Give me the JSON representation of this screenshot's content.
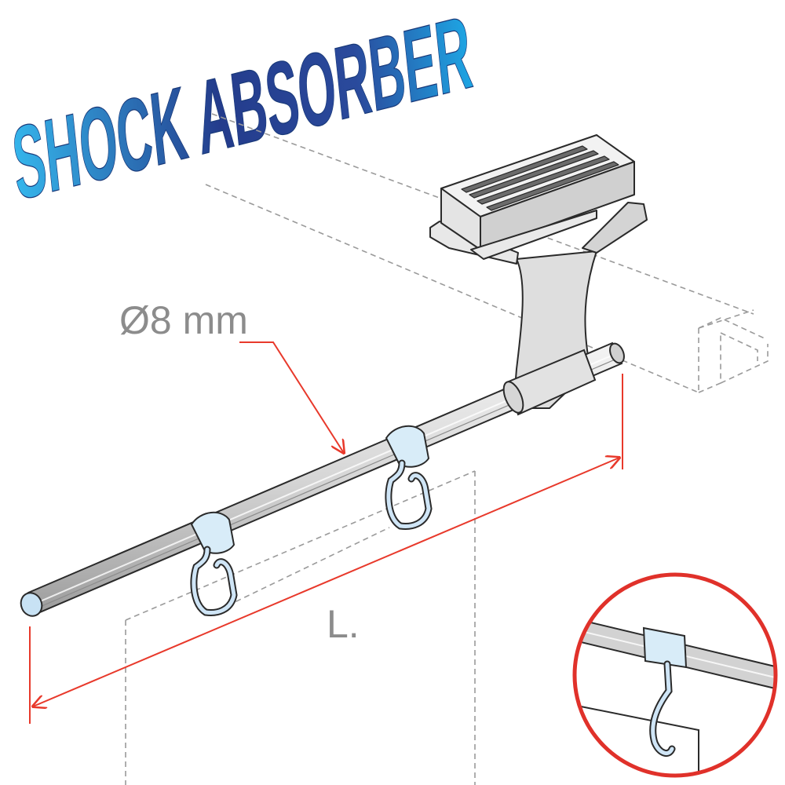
{
  "title": "SHOCK ABSORBER",
  "diameter_label": "Ø8 mm",
  "length_label": "L.",
  "colors": {
    "title_light": "#35b6ec",
    "title_dark": "#243c8c",
    "dimension_line": "#e8392b",
    "dimension_text": "#8c8c8c",
    "outline": "#2a2a2a",
    "dashed": "#9a9a9a",
    "clip_fill": "#d8ecf8",
    "rod_fill": "#dcdcdc",
    "detail_circle": "#e0312a"
  },
  "icons": {
    "rod": "rod-icon",
    "hook": "s-hook-icon",
    "mount": "ceiling-clamp-icon",
    "detail": "magnified-detail-icon"
  }
}
